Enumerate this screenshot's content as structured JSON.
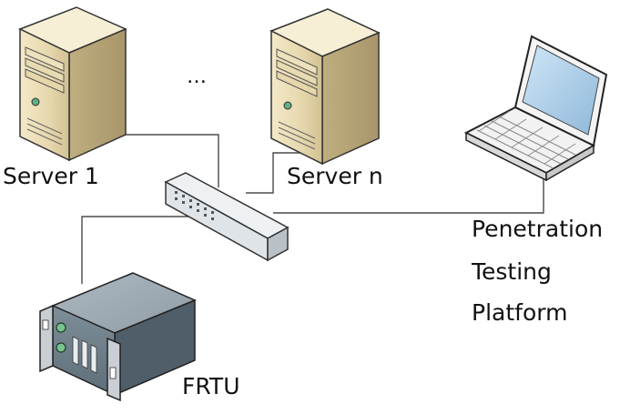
{
  "diagram": {
    "nodes": {
      "server_1": {
        "label": "Server 1",
        "icon": "tower-server-icon"
      },
      "server_n": {
        "label": "Server n",
        "icon": "tower-server-icon"
      },
      "ellipsis": {
        "label": "…"
      },
      "switch": {
        "label": "",
        "icon": "network-switch-icon"
      },
      "laptop": {
        "label_lines": [
          "Penetration",
          "Testing",
          "Platform"
        ],
        "icon": "laptop-icon"
      },
      "frtu": {
        "label": "FRTU",
        "icon": "rack-unit-icon"
      }
    },
    "edges": [
      {
        "from": "server_1",
        "to": "switch"
      },
      {
        "from": "server_n",
        "to": "switch"
      },
      {
        "from": "laptop",
        "to": "switch"
      },
      {
        "from": "frtu",
        "to": "switch"
      }
    ]
  }
}
